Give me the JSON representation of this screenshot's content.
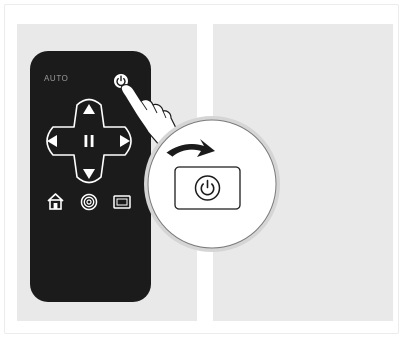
{
  "remote": {
    "mode_label": "AUTO",
    "buttons": [
      {
        "name": "power-button",
        "icon": "power-icon"
      },
      {
        "name": "up-button",
        "icon": "arrow-up-icon"
      },
      {
        "name": "down-button",
        "icon": "arrow-down-icon"
      },
      {
        "name": "left-button",
        "icon": "arrow-left-icon"
      },
      {
        "name": "right-button",
        "icon": "arrow-right-icon"
      },
      {
        "name": "pause-button",
        "icon": "pause-icon"
      },
      {
        "name": "home-button",
        "icon": "home-icon"
      },
      {
        "name": "spot-button",
        "icon": "spiral-icon"
      },
      {
        "name": "edge-button",
        "icon": "edge-clean-icon"
      }
    ]
  },
  "callout": {
    "icon": "power-icon",
    "pointer": "hand-pointer-icon"
  },
  "colors": {
    "remote_body": "#1b1b1b",
    "panel_background": "#e9e9ea",
    "remote_icons": "#ffffff"
  }
}
